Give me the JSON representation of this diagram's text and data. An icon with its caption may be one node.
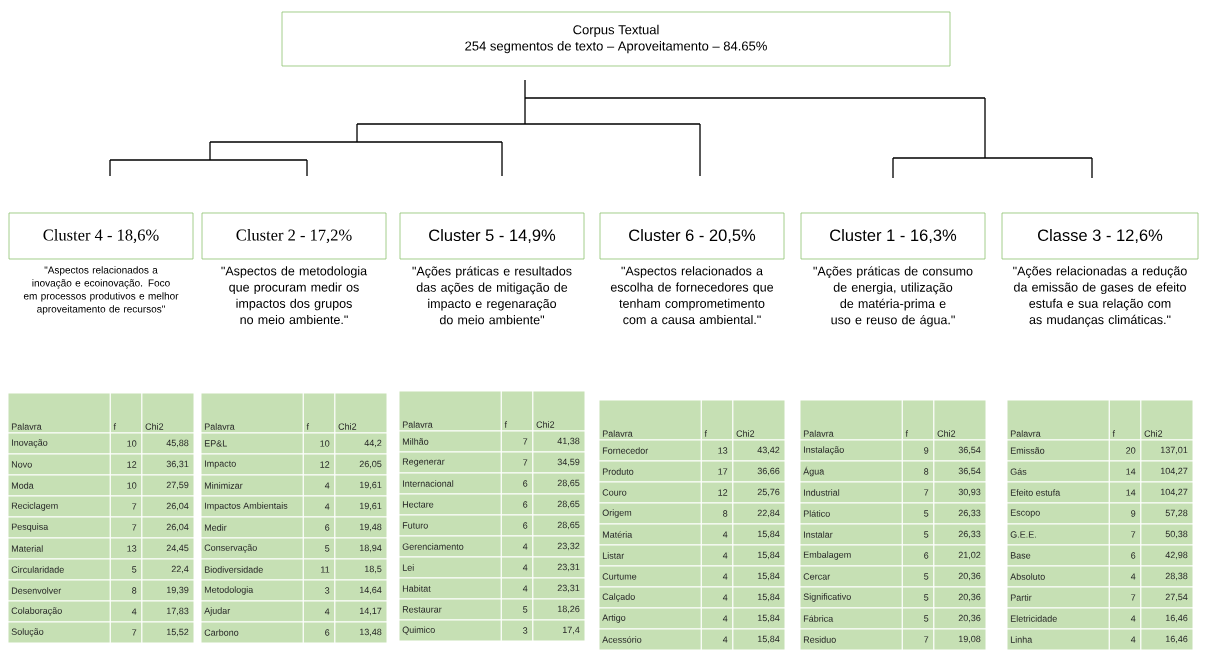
{
  "diagram": {
    "nodes": [
      {
        "text": [
          "Corpus Textual",
          "254 segmentos de texto  – Aproveitamento – 84.65%"
        ]
      },
      {
        "text": [
          "Cluster 4 - 18,6%"
        ],
        "beside": [
          "\"Aspectos relacionados a inovação e ecoinovação. Foco em processos produtivos e melhor aproveitamento de recursos\""
        ]
      },
      {
        "text": [
          "Cluster 2 - 17,2%"
        ],
        "beside": [
          "\"Aspectos de metodologia que procuram medir os impactos dos grupos no meio ambiente.\""
        ]
      },
      {
        "text": [
          "Cluster 5 - 14,9%"
        ],
        "beside": [
          "\"Ações práticas e resultados das ações de mitigação de impacto e regenaração do meio ambiente\""
        ]
      },
      {
        "text": [
          "Cluster 6 - 20,5%"
        ],
        "beside": [
          "\"Aspectos relacionados a escolha de fornecedores que tenham comprometimento com a causa ambiental.\""
        ]
      },
      {
        "text": [
          "Cluster 1 - 16,3%"
        ],
        "beside": [
          "\"Ações práticas de consumo de energia, utilização de matéria-prima e uso e reuso de água.\""
        ]
      },
      {
        "text": [
          "Classe 3 - 12,6%"
        ],
        "beside": [
          "\"Ações relacionadas a redução da emissão de gases de efeito estufa e sua relação com as mudanças climáticas.\""
        ]
      }
    ],
    "labels": [
      "Palavra",
      "f",
      "Chi2",
      "Inovação",
      "10",
      "45,88",
      "Novo",
      "12",
      "36,31",
      "Moda",
      "10",
      "27,59",
      "Reciclagem",
      "7",
      "26,04",
      "Pesquisa",
      "7",
      "26,04",
      "Material",
      "13",
      "24,45",
      "Circularidade",
      "5",
      "22,4",
      "Desenvolver",
      "8",
      "19,39",
      "Colaboração",
      "4",
      "17,83",
      "Solução",
      "7",
      "15,52",
      "Palavra",
      "f",
      "Chi2",
      "EP&L",
      "10",
      "44,2",
      "Impacto",
      "12",
      "26,05",
      "Minimizar",
      "4",
      "19,61",
      "Impactos Ambientais",
      "4",
      "19,61",
      "Medir",
      "6",
      "19,48",
      "Conservação",
      "5",
      "18,94",
      "Biodiversidade",
      "11",
      "18,5",
      "Metodologia",
      "3",
      "14,64",
      "Ajudar",
      "4",
      "14,17",
      "Carbono",
      "6",
      "13,48",
      "Palavra",
      "f",
      "Chi2",
      "Milhão",
      "7",
      "41,38",
      "Regenerar",
      "7",
      "34,59",
      "Internacional",
      "6",
      "28,65",
      "Hectare",
      "6",
      "28,65",
      "Futuro",
      "6",
      "28,65",
      "Gerenciamento",
      "4",
      "23,32",
      "Lei",
      "4",
      "23,31",
      "Habitat",
      "4",
      "23,31",
      "Restaurar",
      "5",
      "18,26",
      "Quimico",
      "3",
      "17,4",
      "Palavra",
      "f",
      "Chi2",
      "Fornecedor",
      "13",
      "43,42",
      "Produto",
      "17",
      "36,66",
      "Couro",
      "12",
      "25,76",
      "Origem",
      "8",
      "22,84",
      "Matéria",
      "4",
      "15,84",
      "Listar",
      "4",
      "15,84",
      "Curtume",
      "4",
      "15,84",
      "Calçado",
      "4",
      "15,84",
      "Artigo",
      "4",
      "15,84",
      "Acessório",
      "4",
      "15,84",
      "Palavra",
      "f",
      "Chi2",
      "Instalação",
      "9",
      "36,54",
      "Água",
      "8",
      "36,54",
      "Industrial",
      "7",
      "30,93",
      "Plático",
      "5",
      "26,33",
      "Instalar",
      "5",
      "26,33",
      "Embalagem",
      "6",
      "21,02",
      "Cercar",
      "5",
      "20,36",
      "Significativo",
      "5",
      "20,36",
      "Fábrica",
      "5",
      "20,36",
      "Residuo",
      "7",
      "19,08",
      "Palavra",
      "f",
      "Chi2",
      "Emissão",
      "20",
      "137,01",
      "Gás",
      "14",
      "104,27",
      "Efeito estufa",
      "14",
      "104,27",
      "Escopo",
      "9",
      "57,28",
      "G.E.E.",
      "7",
      "50,38",
      "Base",
      "6",
      "42,98",
      "Absoluto",
      "4",
      "28,38",
      "Partir",
      "7",
      "27,54",
      "Eletricidade",
      "4",
      "16,46",
      "Linha",
      "4",
      "16,46"
    ]
  }
}
